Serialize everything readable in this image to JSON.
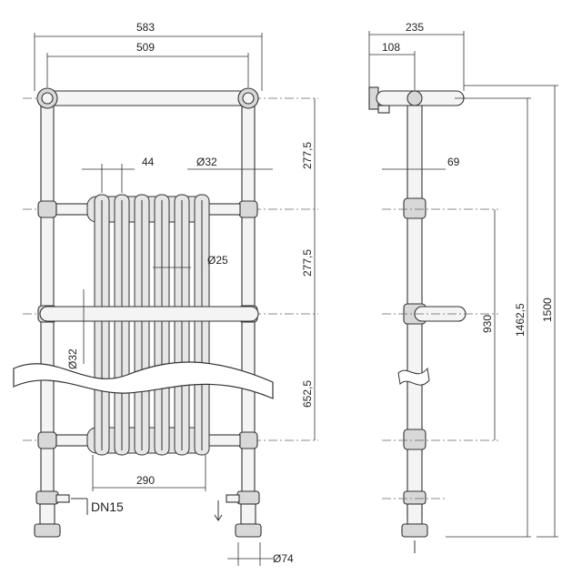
{
  "front_view": {
    "overall_width": "583",
    "rail_width": "509",
    "section_pitch": "44",
    "pipe_diameter": "Ø32",
    "radiator_pipe_diameter": "Ø25",
    "spacing_top": "277,5",
    "spacing_middle": "277,5",
    "spacing_bottom": "652,5",
    "left_pipe_diameter": "Ø32",
    "connection_width": "290",
    "connection_label": "DN15",
    "foot_diameter": "Ø74"
  },
  "side_view": {
    "depth": "235",
    "wall_offset": "108",
    "pipe_offset": "69",
    "radiator_height": "930",
    "rail_height": "1462,5",
    "total_height": "1500"
  }
}
